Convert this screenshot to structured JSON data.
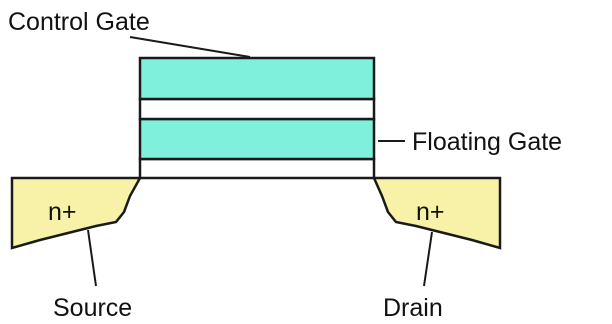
{
  "labels": {
    "control_gate": "Control Gate",
    "floating_gate": "Floating Gate",
    "source": "Source",
    "drain": "Drain",
    "source_doping": "n+",
    "drain_doping": "n+"
  },
  "colors": {
    "gate_fill": "#7ff0dc",
    "oxide_fill": "#ffffff",
    "doped_region_fill": "#f7f2a8",
    "outline": "#1a1a1a",
    "background": "#ffffff"
  }
}
